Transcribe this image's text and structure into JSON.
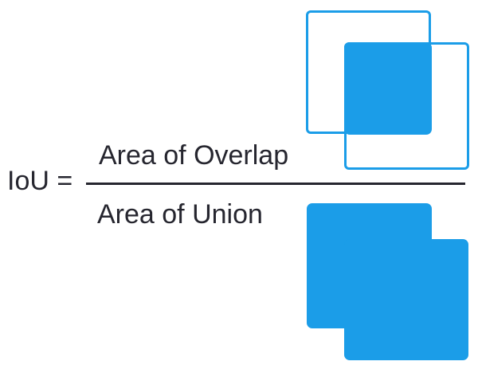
{
  "formula": {
    "lhs": "IoU =",
    "numerator": "Area of Overlap",
    "denominator": "Area of Union"
  },
  "colors": {
    "accent_blue": "#1b9de8",
    "text": "#26262f",
    "background": "#ffffff"
  }
}
